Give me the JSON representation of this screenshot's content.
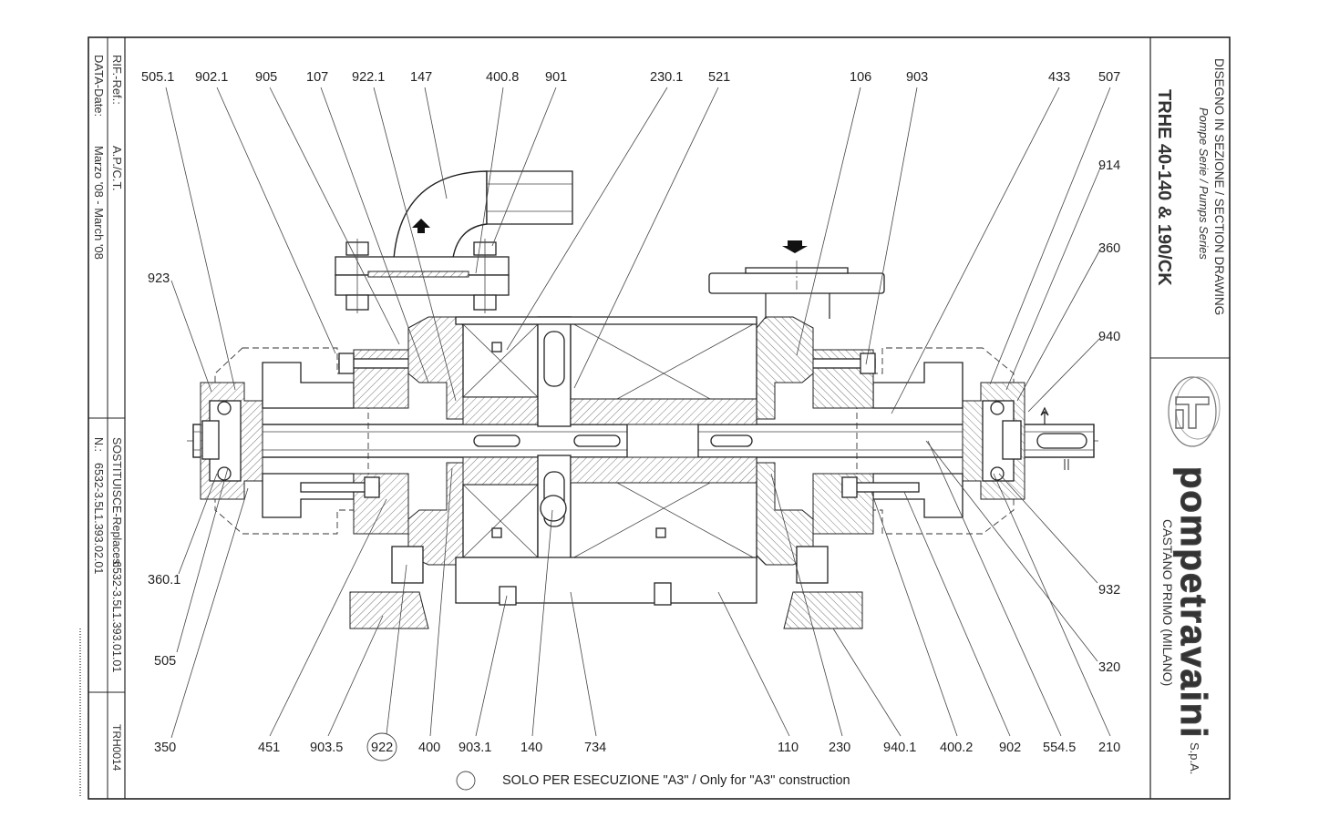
{
  "title_block": {
    "doc_type": "DISEGNO IN SEZIONE / SECTION DRAWING",
    "series": "Pompe Serie / Pumps Series",
    "model": "TRHE 40-140 & 190/CK",
    "company": "pompetravaini",
    "company_suffix": "S.p.A.",
    "location": "CASTANO PRIMO  (MILANO)"
  },
  "left_strip": {
    "rif_label": "RIF.-Ref.:",
    "rif_value": "A.P./C.T.",
    "date_label": "DATA-Date:",
    "date_value": "Marzo '08 - March '08",
    "replaces_label": "SOSTITUISCE-Replaces:",
    "replaces_value": "6532-3.5L1.393.01.01",
    "number_label": "N.:",
    "number_value": "6532-3.5L1.393.02.01",
    "drawing_code": "TRH0014"
  },
  "note": "SOLO PER ESECUZIONE \"A3\" / Only for \"A3\" construction",
  "labels_top": [
    "505.1",
    "902.1",
    "905",
    "107",
    "922.1",
    "147",
    "400.8",
    "901",
    "230.1",
    "521",
    "106",
    "903",
    "433",
    "507"
  ],
  "labels_right": [
    "914",
    "360",
    "940",
    "932",
    "320"
  ],
  "labels_left": [
    "923",
    "360.1",
    "505"
  ],
  "labels_bottom": [
    "350",
    "451",
    "903.5",
    "922",
    "400",
    "903.1",
    "140",
    "734",
    "110",
    "230",
    "940.1",
    "400.2",
    "902",
    "554.5",
    "210"
  ],
  "circled_label": "922"
}
